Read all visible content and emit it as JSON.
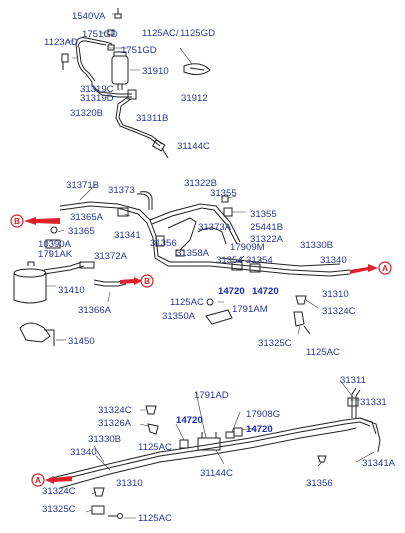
{
  "labels": {
    "l_1540VA": "1540VA",
    "l_1123AD": "1123AD",
    "l_1751GD_a": "1751GD",
    "l_1751GD_b": "1751GD",
    "l_1125AC_top": "1125AC",
    "l_slash": "/",
    "l_1125GD": "1125GD",
    "l_31910": "31910",
    "l_31319C": "31319C",
    "l_31319D": "31319D",
    "l_31320B": "31320B",
    "l_31912": "31912",
    "l_31311B": "31311B",
    "l_31144C_top": "31144C",
    "l_31371B": "31371B",
    "l_31373": "31373",
    "l_31322B": "31322B",
    "l_31355_a": "31355",
    "l_31365A": "31365A",
    "l_31355_b": "31355",
    "l_31365": "31365",
    "l_31373A": "31373A",
    "l_25441B": "25441B",
    "l_31341": "31341",
    "l_31322A": "31322A",
    "l_10390A": "10390A",
    "l_31356_mid": "31356",
    "l_17909M": "17909M",
    "l_31330B_mid": "31330B",
    "l_1791AK": "1791AK",
    "l_31358A": "31358A",
    "l_31372A": "31372A",
    "l_31354_a": "31354",
    "l_31354_b": "31354",
    "l_31340_mid": "31340",
    "l_14720_a": "14720",
    "l_14720_b": "14720",
    "l_31410": "31410",
    "l_31310_mid": "31310",
    "l_1125AC_mid": "1125AC",
    "l_1791AM": "1791AM",
    "l_31366A": "31366A",
    "l_31324C_mid": "31324C",
    "l_31350A": "31350A",
    "l_31325C_mid": "31325C",
    "l_1125AC_mid2": "1125AC",
    "l_31450": "31450",
    "l_31311": "31311",
    "l_1791AD": "1791AD",
    "l_31331": "31331",
    "l_31324C_bot": "31324C",
    "l_31326A": "31326A",
    "l_14720_c": "14720",
    "l_17908G": "17908G",
    "l_31330B_bot": "31330B",
    "l_14720_d": "14720",
    "l_1125AC_bot": "1125AC",
    "l_31340_bot": "31340",
    "l_31144C_bot": "31144C",
    "l_31341A": "31341A",
    "l_31356_bot": "31356",
    "l_31310_bot": "31310",
    "l_31324C_bot2": "31324C",
    "l_31325C_bot": "31325C",
    "l_1125AC_bot2": "1125AC"
  },
  "markers": {
    "B_left": "B",
    "B_mid": "B",
    "A_right": "A",
    "A_left": "A"
  },
  "colors": {
    "label_text": "#2a3a8c",
    "label_bold": "#1a2bb0",
    "arrow": "#e0202a",
    "line": "#222222"
  }
}
